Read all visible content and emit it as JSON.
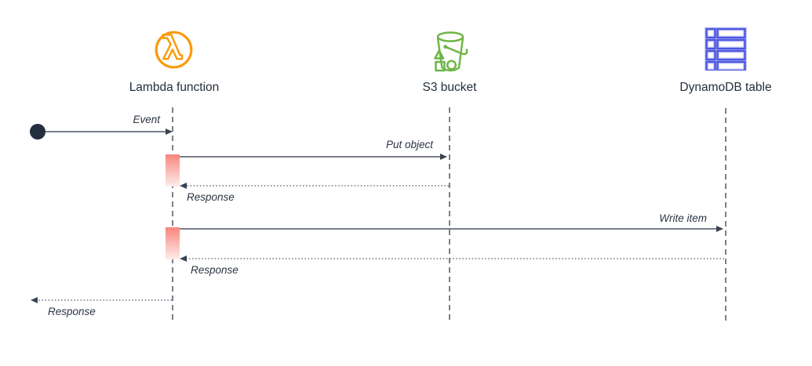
{
  "diagram": {
    "type": "sequence-diagram",
    "actors": [
      {
        "id": "lambda",
        "label": "Lambda function",
        "icon": "aws-lambda-icon",
        "color": "#F99B0C"
      },
      {
        "id": "s3",
        "label": "S3 bucket",
        "icon": "aws-s3-bucket-icon",
        "color": "#6FB547"
      },
      {
        "id": "dynamodb",
        "label": "DynamoDB table",
        "icon": "aws-dynamodb-table-icon",
        "color": "#4B55E1"
      }
    ],
    "start_node": {
      "shape": "filled-circle",
      "color": "#232F3E"
    },
    "messages": [
      {
        "label": "Event",
        "from": "start",
        "to": "lambda",
        "line": "solid"
      },
      {
        "label": "Put object",
        "from": "lambda",
        "to": "s3",
        "line": "solid"
      },
      {
        "label": "Response",
        "from": "s3",
        "to": "lambda",
        "line": "dotted"
      },
      {
        "label": "Write item",
        "from": "lambda",
        "to": "dynamodb",
        "line": "solid"
      },
      {
        "label": "Response",
        "from": "dynamodb",
        "to": "lambda",
        "line": "dotted"
      },
      {
        "label": "Response",
        "from": "lambda",
        "to": "caller",
        "line": "dotted"
      }
    ],
    "activations": [
      {
        "lifeline": "lambda",
        "span": "Put object / Response"
      },
      {
        "lifeline": "lambda",
        "span": "Write item / Response"
      }
    ],
    "colors": {
      "background": "#FFFFFF",
      "line": "#4D5765",
      "text": "#232F3E",
      "activation_top": "#F8857B",
      "activation_bottom": "#FDEDEB"
    }
  }
}
